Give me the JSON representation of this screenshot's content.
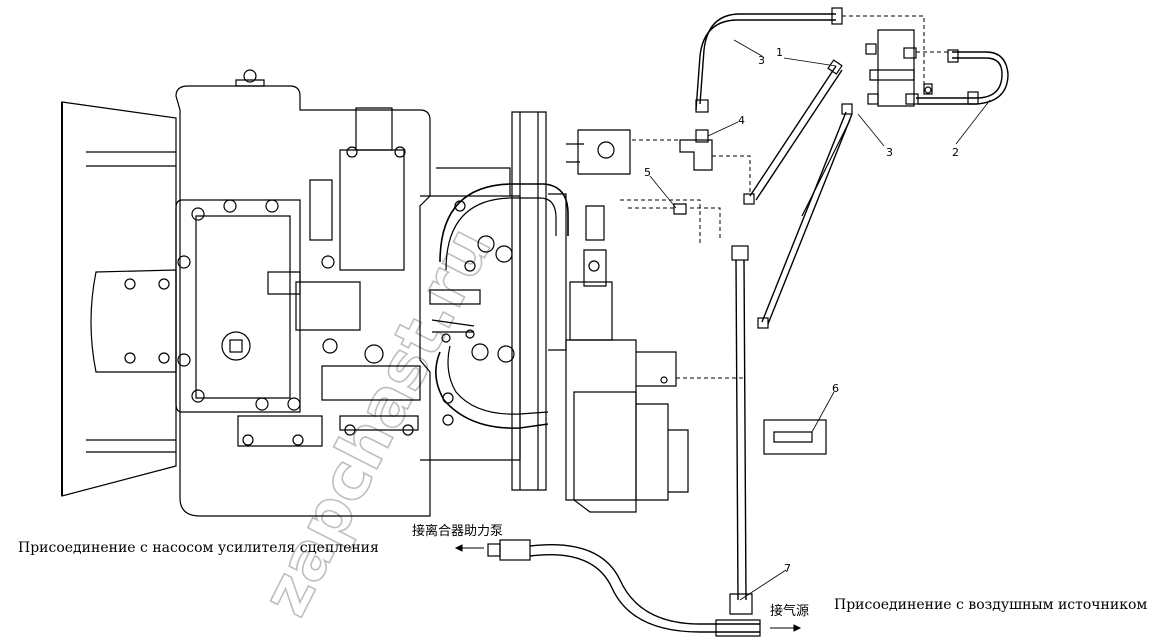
{
  "captions": {
    "left": "Присоединение с насосом усилителя сцепления",
    "right": "Присоединение с воздушным источником"
  },
  "chinese_labels": {
    "pump": "接离合器助力泵",
    "air": "接气源"
  },
  "callouts": [
    "1",
    "2",
    "3",
    "3",
    "4",
    "5",
    "6",
    "7"
  ],
  "watermark": "zapchast.ru"
}
